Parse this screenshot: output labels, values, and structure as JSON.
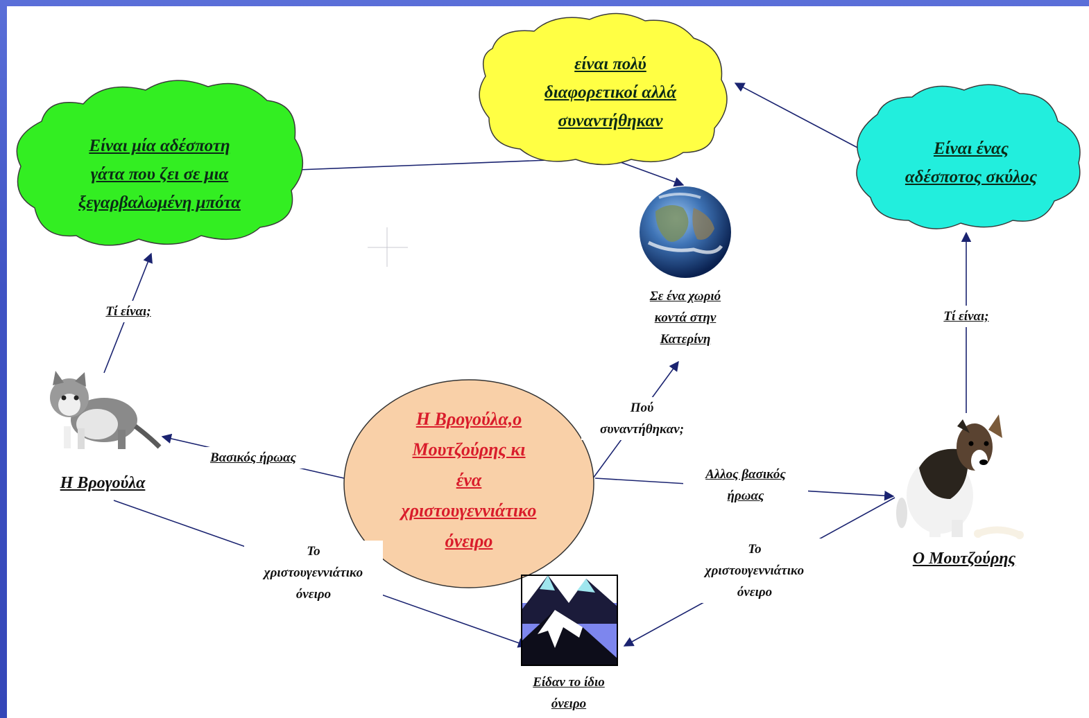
{
  "clouds": {
    "top": "είναι πολύ\nδιαφορετικοί αλλά\nσυναντήθηκαν",
    "left": "Είναι μία αδέσποτη\nγάτα που ζει σε μια\nξεγαρβαλωμένη μπότα",
    "right": "Είναι ένας\nαδέσποτος σκύλος"
  },
  "center": "Η Βρογούλα,ο\nΜουτζούρης κι\nένα\nχριστουγεννιάτικο\nόνειρο",
  "nodes": {
    "cat": "Η Βρογούλα",
    "dog": "Ο Μουτζούρης",
    "earth": "Σε ένα χωριό\nκοντά στην\nΚατερίνη",
    "mountain": "Είδαν το ίδιο\nόνειρο"
  },
  "edges": {
    "what_left": "Τί είναι;",
    "what_right": "Τί είναι;",
    "main_hero": "Βασικός ήρωας",
    "other_hero": "Αλλος βασικός\nήρωας",
    "where_met": "Πού\nσυναντήθηκαν;",
    "dream_left": "Το\nχριστουγεννιάτικο\nόνειρο",
    "dream_right": "Το\nχριστουγεννιάτικο\nόνειρο"
  },
  "colors": {
    "cloud_left": "#33ee22",
    "cloud_top": "#ffff44",
    "cloud_right": "#22eedd",
    "center_fill": "#f9d0a8",
    "center_text": "#d91c2b",
    "arrow": "#1a2370",
    "background": "#3f53c4"
  },
  "icons": {
    "cat": "kitten-photo",
    "dog": "terrier-dog-photo",
    "earth": "earth-globe",
    "mountain": "snowy-mountains"
  }
}
